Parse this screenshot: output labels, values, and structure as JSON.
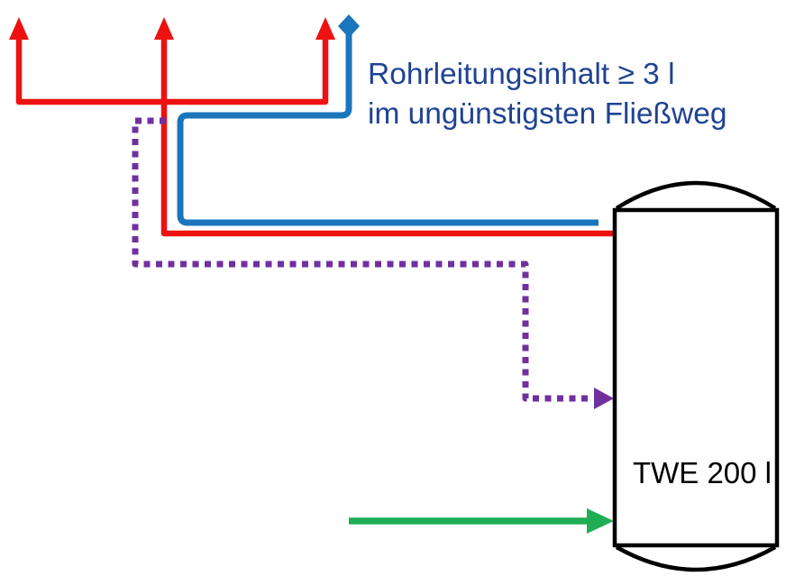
{
  "diagram": {
    "annotation": {
      "line1": "Rohrleitungsinhalt ≥ 3 l",
      "line2": "im ungünstigsten Fließweg"
    },
    "tank": {
      "label": "TWE 200 l"
    },
    "colors": {
      "pipeRed": "#ee1111",
      "pipeBlue": "#1b75bc",
      "pipePurple": "#7030a0",
      "arrowGreen": "#1fad55",
      "textNavy": "#1f4392",
      "outlineBlack": "#000000"
    }
  }
}
